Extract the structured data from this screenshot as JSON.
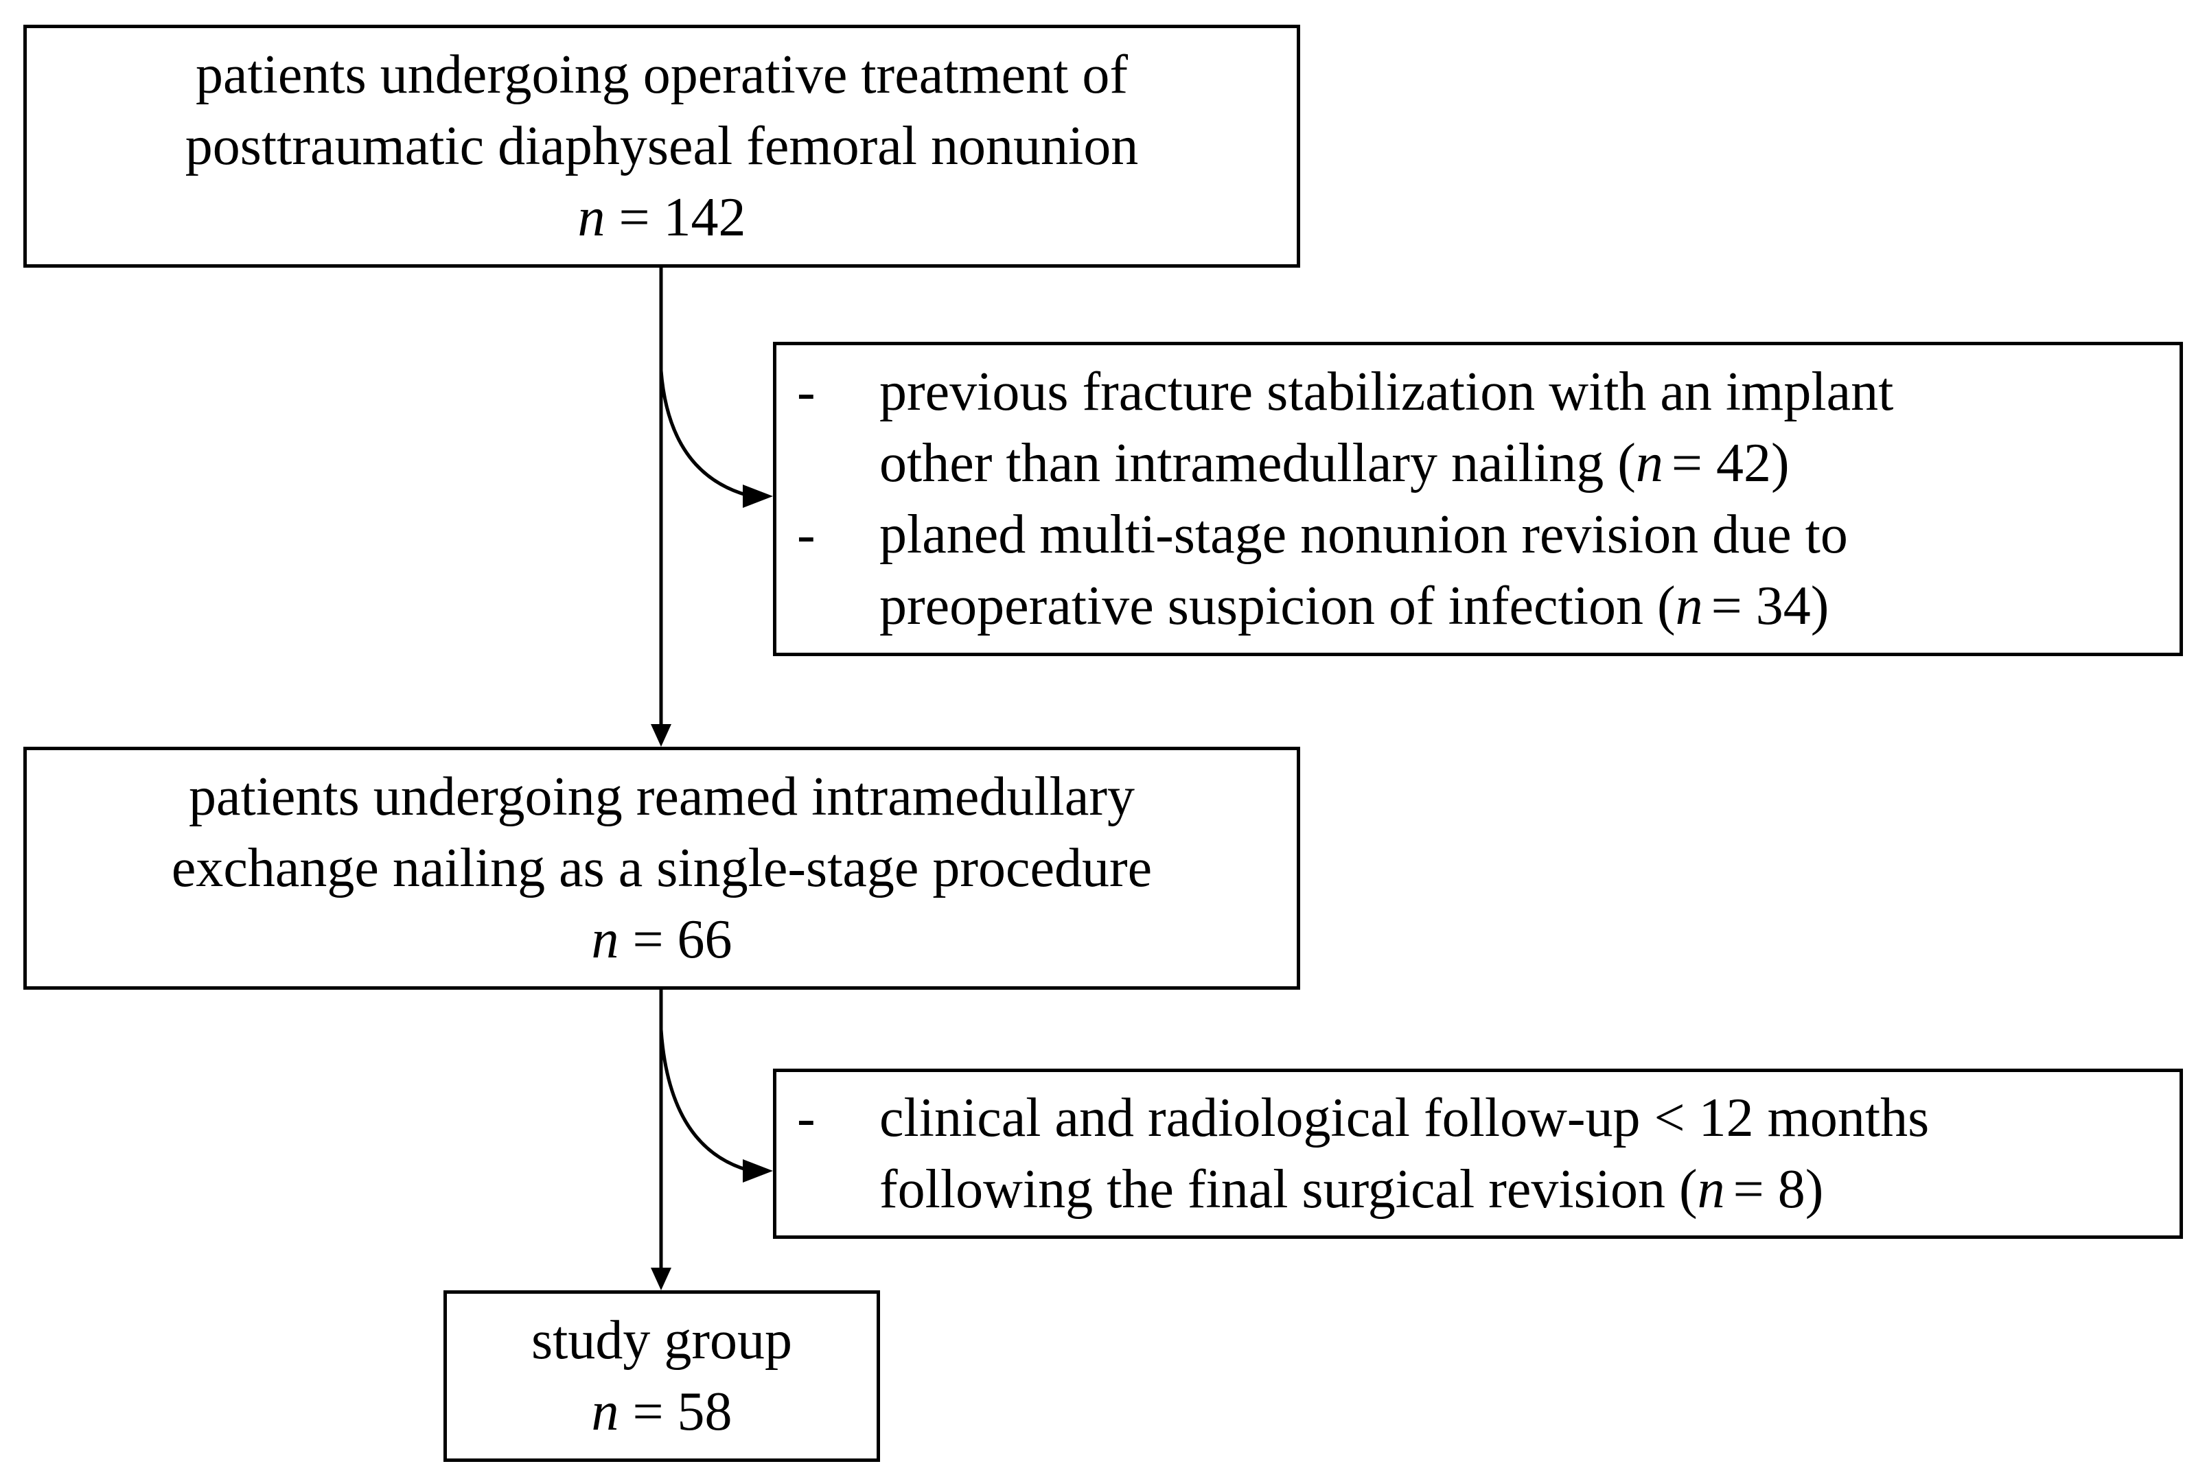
{
  "flowchart": {
    "box1": {
      "lines": [
        "patients undergoing operative treatment of",
        "posttraumatic diaphyseal femoral nonunion"
      ],
      "n_label": "n",
      "n_value": "= 142"
    },
    "exclusion1": {
      "dash": "-",
      "items": [
        {
          "lines": [
            "previous fracture stabilization with an implant",
            "other than intramedullary nailing ("
          ],
          "n_label": "n",
          "n_value": "= 42)"
        },
        {
          "lines": [
            "planed multi-stage nonunion revision due to",
            "preoperative suspicion of infection ("
          ],
          "n_label": "n",
          "n_value": "= 34)"
        }
      ]
    },
    "box2": {
      "lines": [
        "patients undergoing reamed intramedullary",
        "exchange nailing as a single-stage procedure"
      ],
      "n_label": "n",
      "n_value": "= 66"
    },
    "exclusion2": {
      "dash": "-",
      "items": [
        {
          "lines": [
            "clinical and radiological follow-up < 12 months",
            "following the final surgical revision ("
          ],
          "n_label": "n",
          "n_value": "= 8)"
        }
      ]
    },
    "box3": {
      "lines": [
        "study group"
      ],
      "n_label": "n",
      "n_value": "= 58"
    }
  },
  "colors": {
    "stroke": "#000000",
    "background": "#ffffff"
  }
}
